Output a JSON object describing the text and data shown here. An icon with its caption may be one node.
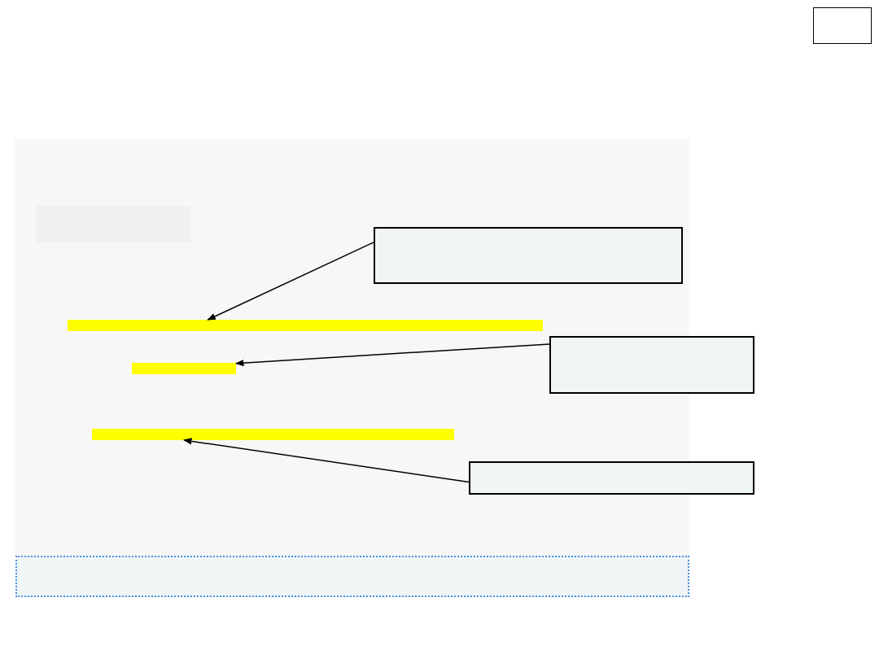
{
  "diagram": {
    "nodes": [
      {
        "text": [],
        "shape": "box"
      },
      {
        "text": [],
        "shape": "box"
      },
      {
        "text": [],
        "shape": "box",
        "in": 1
      },
      {
        "text": [],
        "shape": "box",
        "in": 1
      },
      {
        "text": [],
        "shape": "bar",
        "in": 1
      },
      {
        "text": [],
        "shape": "bar",
        "in": 1
      },
      {
        "text": [],
        "shape": "box"
      },
      {
        "text": [],
        "shape": "bar",
        "in": 1
      },
      {
        "text": [],
        "shape": "box"
      },
      {
        "text": [],
        "shape": "box"
      }
    ],
    "edges": [
      {
        "from": 3,
        "to": 4,
        "arrow": "to"
      },
      {
        "from": 6,
        "to": 5,
        "arrow": "to"
      },
      {
        "from": 8,
        "to": 7,
        "arrow": "to"
      }
    ]
  }
}
